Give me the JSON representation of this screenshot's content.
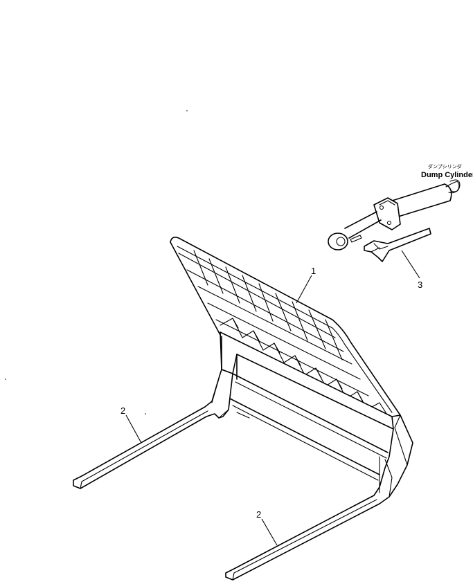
{
  "callouts": {
    "part1": "1",
    "part2a": "2",
    "part2b": "2",
    "part3": "3"
  },
  "cylinder_label": {
    "kana": "ダンプシリンダ",
    "english": "Dump Cylinder"
  }
}
